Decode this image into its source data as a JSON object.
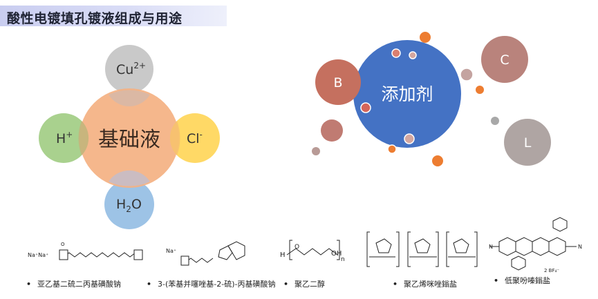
{
  "title": "酸性电镀填孔镀液组成与用途",
  "base_solution": {
    "center": "基础液",
    "cu": {
      "main": "Cu",
      "sup": "2+"
    },
    "h": {
      "main": "H",
      "sup": "+"
    },
    "cl": {
      "main": "Cl",
      "sup": "-"
    },
    "water": {
      "pre": "H",
      "sub": "2",
      "post": "O"
    }
  },
  "additives": {
    "center": "添加剂",
    "b": "B",
    "c": "C",
    "l": "L"
  },
  "compounds": [
    {
      "name": "亚乙基二硫二丙基磺酸钠"
    },
    {
      "name": "3-(苯基并噻唑基-2-硫)-丙基磺酸钠"
    },
    {
      "name": "聚乙二醇"
    },
    {
      "name": "聚乙烯咪唑鎓盐"
    },
    {
      "name": "低聚吩嗪鎓盐"
    }
  ],
  "structures": {
    "sps_na": "Na⁺Na⁺",
    "sps_o": "O",
    "zps_na": "Na⁺",
    "peg": {
      "h": "H",
      "o": "O",
      "n": "n",
      "oh": "OH"
    },
    "phen_charge": "2 BF₄⁻",
    "phen_n": "N"
  },
  "colors": {
    "cu": "#c9c9c9",
    "h": "#a8cf8a",
    "cl": "#ffd966",
    "h2o": "#9cc3e6",
    "base": "#f3ad84",
    "additive": "#4472c4",
    "b": "#c76d5b",
    "c": "#b9807a",
    "l": "#b1a6a3",
    "orange": "#ed7d31"
  }
}
